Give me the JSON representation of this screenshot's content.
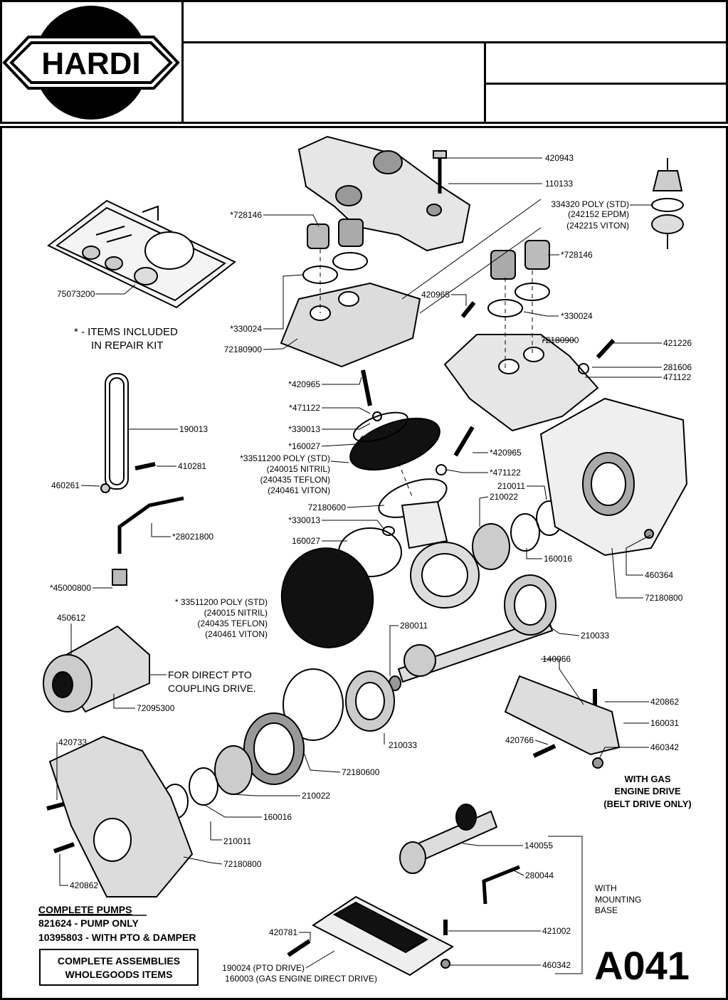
{
  "brand": {
    "name": "HARDI"
  },
  "labels": [
    {
      "id": "l01",
      "text": "420943"
    },
    {
      "id": "l02",
      "text": "110133"
    },
    {
      "id": "l03",
      "text": "334320 POLY (STD)"
    },
    {
      "id": "l04",
      "text": "(242152 EPDM)"
    },
    {
      "id": "l05",
      "text": "(242215 VITON)"
    },
    {
      "id": "l06",
      "text": "*728146"
    },
    {
      "id": "l07",
      "text": "*728146"
    },
    {
      "id": "l08",
      "text": "75073200"
    },
    {
      "id": "l09",
      "text": "420965"
    },
    {
      "id": "l10",
      "text": "*330024"
    },
    {
      "id": "l11",
      "text": "*330024"
    },
    {
      "id": "l12",
      "text": "72180900"
    },
    {
      "id": "l13",
      "text": "72180900"
    },
    {
      "id": "l14",
      "text": "421226"
    },
    {
      "id": "l15",
      "text": "281606"
    },
    {
      "id": "l16",
      "text": "471122"
    },
    {
      "id": "l17",
      "text": "*420965"
    },
    {
      "id": "l18",
      "text": "*471122"
    },
    {
      "id": "l19",
      "text": "*330013"
    },
    {
      "id": "l20",
      "text": "*160027"
    },
    {
      "id": "l21",
      "text": "190013"
    },
    {
      "id": "l22",
      "text": "*33511200 POLY (STD)"
    },
    {
      "id": "l23",
      "text": "(240015 NITRIL)"
    },
    {
      "id": "l24",
      "text": "(240435 TEFLON)"
    },
    {
      "id": "l25",
      "text": "(240461 VITON)"
    },
    {
      "id": "l26",
      "text": "*420965"
    },
    {
      "id": "l27",
      "text": "*471122"
    },
    {
      "id": "l28",
      "text": "410281"
    },
    {
      "id": "l29",
      "text": "460261"
    },
    {
      "id": "l30",
      "text": "210011"
    },
    {
      "id": "l31",
      "text": "210022"
    },
    {
      "id": "l32",
      "text": "72180600"
    },
    {
      "id": "l33",
      "text": "*330013"
    },
    {
      "id": "l34",
      "text": "*28021800"
    },
    {
      "id": "l35",
      "text": "160027"
    },
    {
      "id": "l36",
      "text": "160016"
    },
    {
      "id": "l37",
      "text": "460364"
    },
    {
      "id": "l38",
      "text": "*45000800"
    },
    {
      "id": "l39",
      "text": "72180800"
    },
    {
      "id": "l40",
      "text": "* 33511200 POLY (STD)"
    },
    {
      "id": "l41",
      "text": "(240015 NITRIL)"
    },
    {
      "id": "l42",
      "text": "(240435 TEFLON)"
    },
    {
      "id": "l43",
      "text": "(240461 VITON)"
    },
    {
      "id": "l44",
      "text": "450612"
    },
    {
      "id": "l45",
      "text": "280011"
    },
    {
      "id": "l46",
      "text": "210033"
    },
    {
      "id": "l47",
      "text": "140066"
    },
    {
      "id": "l48",
      "text": "72095300"
    },
    {
      "id": "l49",
      "text": "420862"
    },
    {
      "id": "l50",
      "text": "160031"
    },
    {
      "id": "l51",
      "text": "420733"
    },
    {
      "id": "l52",
      "text": "210033"
    },
    {
      "id": "l53",
      "text": "420766"
    },
    {
      "id": "l54",
      "text": "460342"
    },
    {
      "id": "l55",
      "text": "72180600"
    },
    {
      "id": "l56",
      "text": "210022"
    },
    {
      "id": "l57",
      "text": "160016"
    },
    {
      "id": "l58",
      "text": "210011"
    },
    {
      "id": "l59",
      "text": "72180800"
    },
    {
      "id": "l60",
      "text": "140055"
    },
    {
      "id": "l61",
      "text": "280044"
    },
    {
      "id": "l62",
      "text": "420862"
    },
    {
      "id": "l63",
      "text": "421002"
    },
    {
      "id": "l64",
      "text": "420781"
    },
    {
      "id": "l65",
      "text": "460342"
    },
    {
      "id": "l66",
      "text": "190024 (PTO DRIVE)"
    },
    {
      "id": "l67",
      "text": "160003 (GAS ENGINE DIRECT DRIVE)"
    }
  ],
  "notes": {
    "kit_line1": "* - ITEMS INCLUDED",
    "kit_line2": "IN REPAIR KIT",
    "pto_line1": "FOR DIRECT PTO",
    "pto_line2": "COUPLING DRIVE.",
    "gas_line1": "WITH GAS",
    "gas_line2": "ENGINE DRIVE",
    "gas_line3": "(BELT DRIVE ONLY)",
    "base_line1": "WITH",
    "base_line2": "MOUNTING",
    "base_line3": "BASE"
  },
  "complete_pumps": {
    "heading": "COMPLETE PUMPS",
    "line1": "821624 - PUMP ONLY",
    "line2": "10395803 - WITH PTO & DAMPER"
  },
  "assemblies_box": {
    "line1": "COMPLETE ASSEMBLIES",
    "line2": "WHOLEGOODS ITEMS"
  },
  "page_code": "A041"
}
